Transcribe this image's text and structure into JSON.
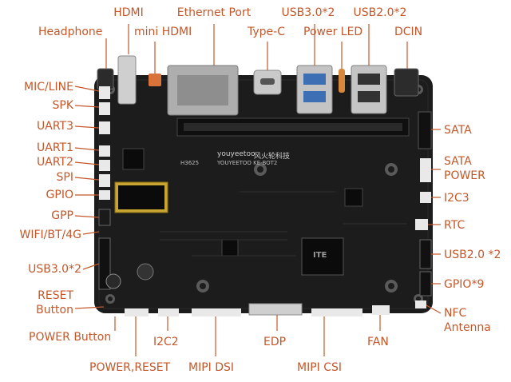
{
  "colors": {
    "label": "#c4572a",
    "pcb": "#1c1c1c",
    "pcb_dark": "#0f0f0f",
    "connector_silver": "#b9b9b9",
    "header_white": "#e9e9e9",
    "leader_line": "#c4572a"
  },
  "labels": {
    "hdmi": "HDMI",
    "ethernet_port": "Ethernet Port",
    "usb30_top": "USB3.0*2",
    "usb20_top": "USB2.0*2",
    "headphone": "Headphone",
    "mini_hdmi": "mini HDMI",
    "type_c": "Type-C",
    "power_led": "Power LED",
    "dcin": "DCIN",
    "mic_line": "MIC/LINE",
    "spk": "SPK",
    "uart3": "UART3",
    "uart1": "UART1",
    "uart2": "UART2",
    "spi": "SPI",
    "gpio": "GPIO",
    "gpp": "GPP",
    "wifi_bt_4g": "WIFI/BT/4G",
    "usb30_left": "USB3.0*2",
    "reset_line1": "RESET",
    "reset_line2": "Button",
    "power_button": "POWER Button",
    "power_reset": "POWER,RESET",
    "i2c2": "I2C2",
    "mipi_dsi": "MIPI DSI",
    "edp": "EDP",
    "mipi_csi": "MIPI CSI",
    "fan": "FAN",
    "sata": "SATA",
    "sata_power_line1": "SATA",
    "sata_power_line2": "POWER",
    "i2c3": "I2C3",
    "rtc": "RTC",
    "usb20_right": "USB2.0 *2",
    "gpio9": "GPIO*9",
    "nfc_line1": "NFC",
    "nfc_line2": "Antenna"
  },
  "board_silkscreen": {
    "brand": "youyeetoo",
    "brand_cn": "风火轮科技",
    "model": "YOUYEETOO KE-BOT2",
    "code": "H3625",
    "chip_mark": "ITE"
  }
}
